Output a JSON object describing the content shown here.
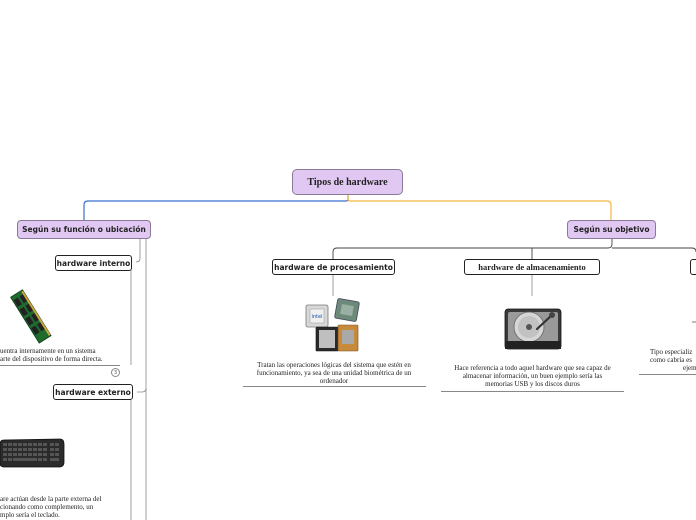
{
  "root": {
    "label": "Tipos de hardware"
  },
  "branches": {
    "left": {
      "label": "Según su función o ubicación"
    },
    "right": {
      "label": "Según su objetivo"
    }
  },
  "left_children": {
    "interno": {
      "label": "hardware interno",
      "description_lines": [
        "uentra internamente en un sistema",
        "arte del dispositivo de forma directa."
      ],
      "badge": "3"
    },
    "externo": {
      "label": "hardware externo",
      "description_lines": [
        "are actúan desde la parte externa del",
        "cionando como complemento, un",
        "mplo sería el teclado."
      ]
    }
  },
  "right_children": {
    "procesamiento": {
      "label": "hardware de procesamiento",
      "description_lines": [
        "Tratan las operaciones lógicas del sistema que estén en",
        "funcionamiento, ya sea de una unidad biométrica de un",
        "ordenador"
      ]
    },
    "almacenamiento": {
      "label": "hardware de almacenamiento",
      "description_lines": [
        "Hace referencia a todo aquel hardware que sea capaz de",
        "almacenar información, un buen ejemplo sería las",
        "memorias USB y los discos duros"
      ]
    },
    "third": {
      "description_lines": [
        "Tipo especializ",
        "como cabría es",
        "ejem"
      ]
    }
  },
  "colors": {
    "node_fill": "#e1c8f3",
    "line_left": "#3a6fd0",
    "line_right": "#f2b640",
    "connector": "#888888"
  },
  "icons": [
    "ram-module-icon",
    "cpu-chips-icon",
    "hard-drive-icon",
    "keyboard-icon"
  ]
}
